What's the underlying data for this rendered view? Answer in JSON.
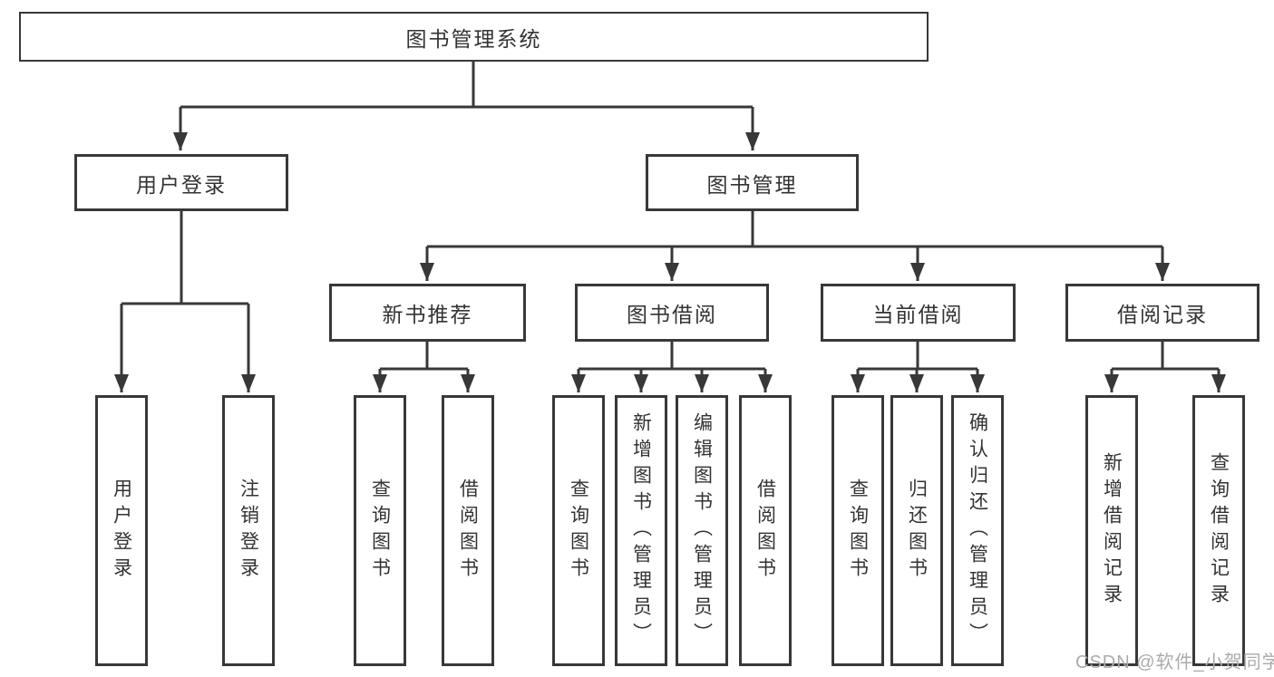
{
  "diagram": {
    "title": "图书管理系统",
    "root": "图书管理系统",
    "branches": [
      {
        "label": "用户登录",
        "children": [
          "用户登录",
          "注销登录"
        ]
      },
      {
        "label": "图书管理",
        "sections": [
          {
            "label": "新书推荐",
            "children": [
              "查询图书",
              "借阅图书"
            ]
          },
          {
            "label": "图书借阅",
            "children": [
              "查询图书",
              "新增图书（管理员）",
              "编辑图书（管理员）",
              "借阅图书"
            ]
          },
          {
            "label": "当前借阅",
            "children": [
              "查询图书",
              "归还图书",
              "确认归还（管理员）"
            ]
          },
          {
            "label": "借阅记录",
            "children": [
              "新增借阅记录",
              "查询借阅记录"
            ]
          }
        ]
      }
    ]
  },
  "watermark": "CSDN @软件_小贺同学",
  "colors": {
    "line": "#383838",
    "box_border": "#383838",
    "text": "#333333",
    "watermark": "#ababab",
    "background": "#ffffff"
  }
}
